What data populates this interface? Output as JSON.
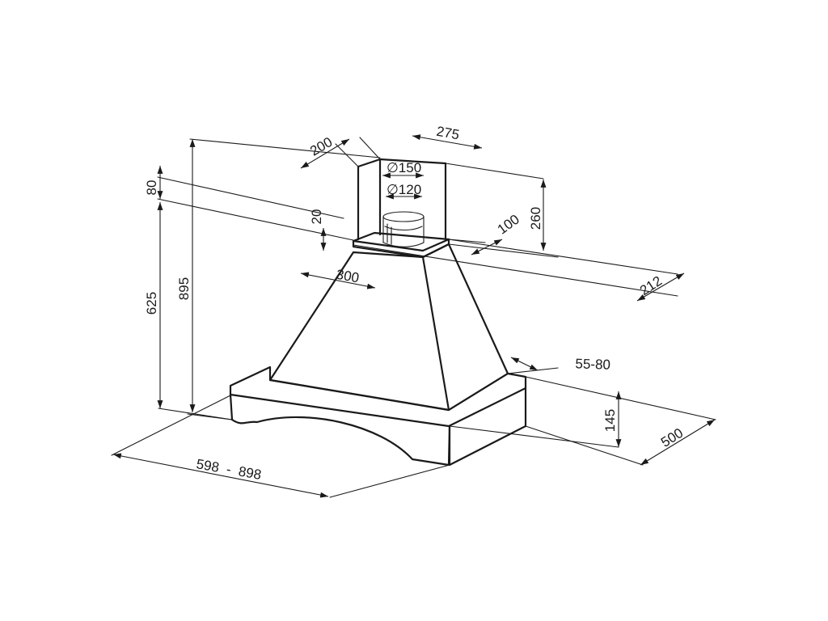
{
  "dimensions": {
    "overall_height": "895",
    "body_height": "625",
    "top_offset": "80",
    "chimney_depth": "200",
    "chimney_width": "275",
    "duct_outer": "∅150",
    "duct_inner": "∅120",
    "collar_height": "20",
    "chimney_height": "260",
    "collar_depth": "100",
    "collar_width": "300",
    "wall_offset": "212",
    "width_range": "598  -  898",
    "projection_range": "55-80",
    "cornice_height": "145",
    "hood_depth": "500"
  }
}
